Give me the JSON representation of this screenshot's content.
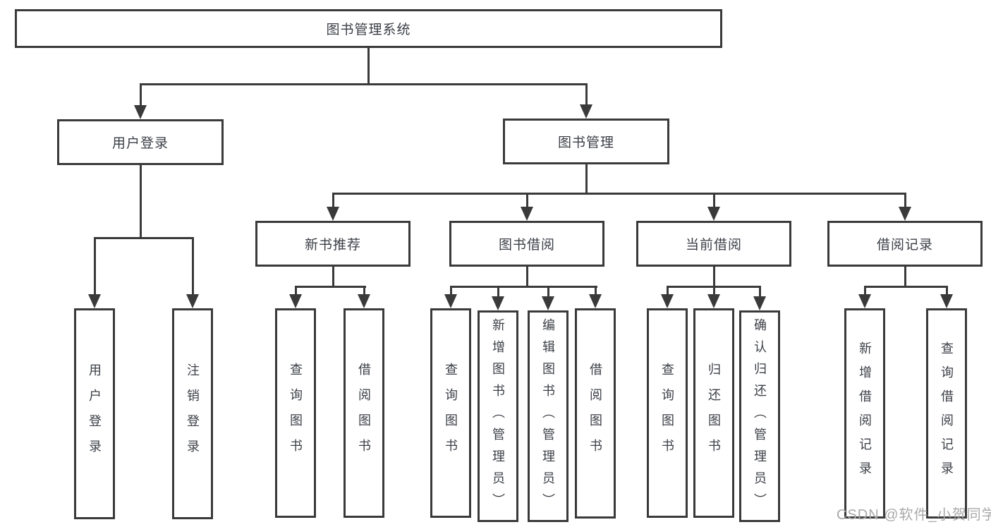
{
  "diagram": {
    "nodes": {
      "root": "图书管理系统",
      "user_login": "用户登录",
      "book_mgmt": "图书管理",
      "new_books": "新书推荐",
      "book_borrow": "图书借阅",
      "current_borrow": "当前借阅",
      "borrow_records": "借阅记录",
      "leaf_user_login": "用户登录",
      "leaf_logout": "注销登录",
      "leaf_nb_query": "查询图书",
      "leaf_nb_borrow": "借阅图书",
      "leaf_bb_query": "查询图书",
      "leaf_bb_add": "新增图书（管理员）",
      "leaf_bb_edit": "编辑图书（管理员）",
      "leaf_bb_borrow": "借阅图书",
      "leaf_cb_query": "查询图书",
      "leaf_cb_return": "归还图书",
      "leaf_cb_confirm": "确认归还（管理员）",
      "leaf_br_add": "新增借阅记录",
      "leaf_br_query": "查询借阅记录"
    },
    "watermark": "CSDN @软件_小贺同学",
    "colors": {
      "line": "#3a3a3a",
      "text": "#3b3f46",
      "watermark": "#a9a9a9",
      "background": "#ffffff"
    }
  }
}
